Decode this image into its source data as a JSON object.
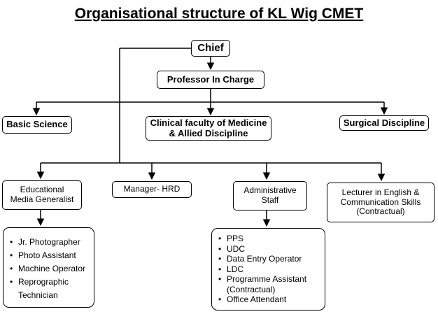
{
  "title": "Organisational structure of KL Wig CMET",
  "nodes": {
    "chief": "Chief",
    "professor": "Professor In Charge",
    "basic_science": "Basic Science",
    "clinical_line1": "Clinical faculty of Medicine",
    "clinical_line2": "& Allied Discipline",
    "surgical": "Surgical Discipline",
    "edu_line1": "Educational",
    "edu_line2": "Media Generalist",
    "manager_hrd": "Manager- HRD",
    "admin_line1": "Administrative",
    "admin_line2": "Staff",
    "lecturer_line1": "Lecturer in English &",
    "lecturer_line2": "Communication Skills",
    "lecturer_line3": "(Contractual)"
  },
  "edu_staff": [
    "Jr. Photographer",
    "Photo Assistant",
    "Machine Operator",
    "Reprographic Technician"
  ],
  "admin_staff": [
    "PPS",
    "UDC",
    "Data Entry Operator",
    "LDC",
    "Programme Assistant (Contractual)",
    "Office Attendant"
  ]
}
